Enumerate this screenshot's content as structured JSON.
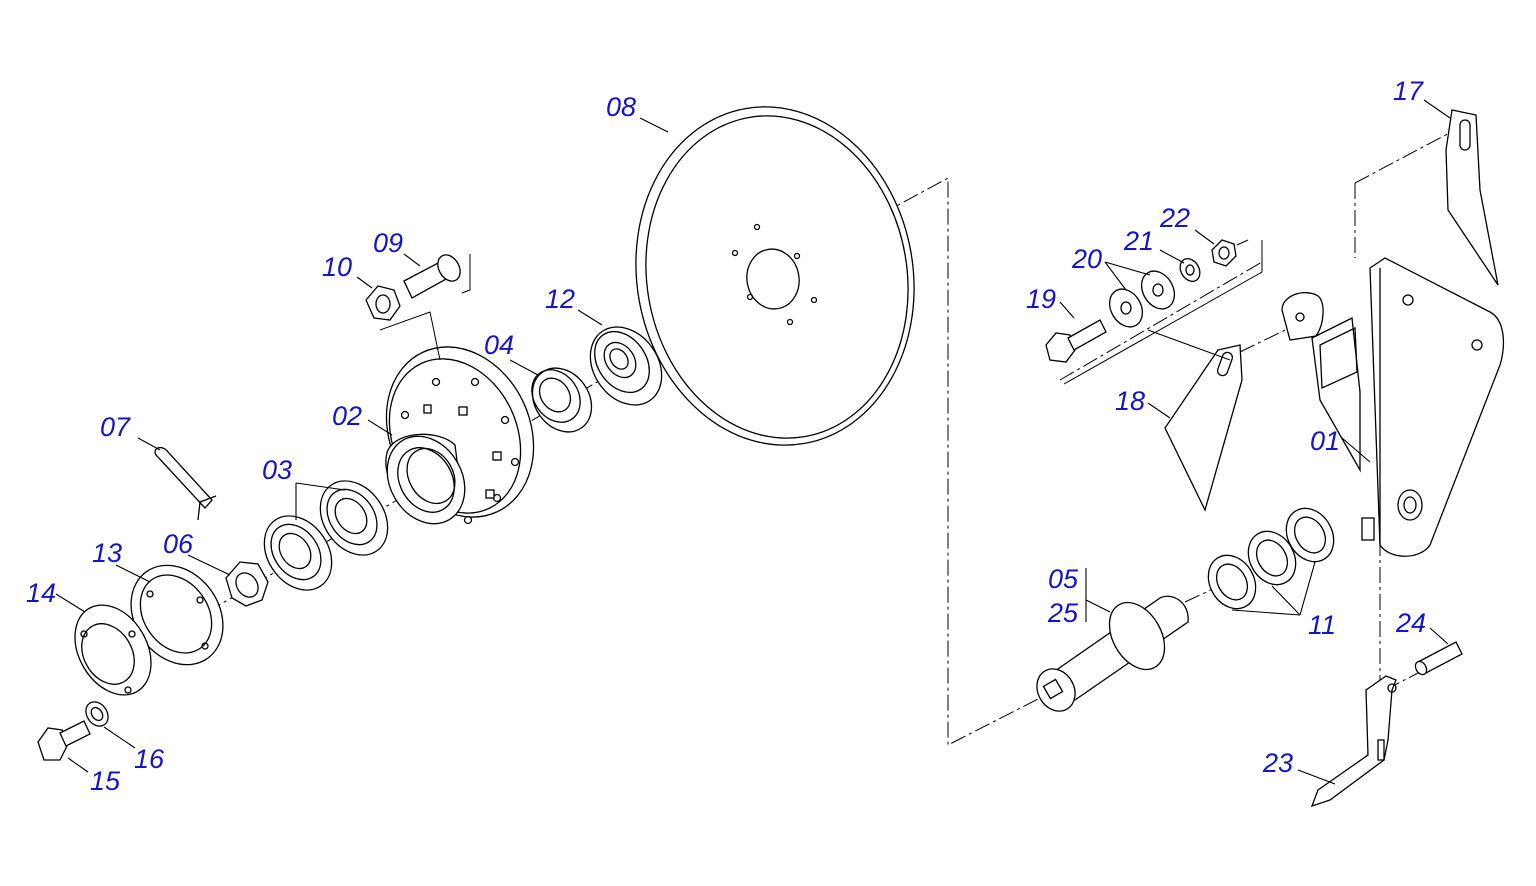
{
  "diagram": {
    "callouts": [
      {
        "id": "01",
        "text": "01"
      },
      {
        "id": "02",
        "text": "02"
      },
      {
        "id": "03",
        "text": "03"
      },
      {
        "id": "04",
        "text": "04"
      },
      {
        "id": "05",
        "text": "05"
      },
      {
        "id": "25",
        "text": "25"
      },
      {
        "id": "06",
        "text": "06"
      },
      {
        "id": "07",
        "text": "07"
      },
      {
        "id": "08",
        "text": "08"
      },
      {
        "id": "09",
        "text": "09"
      },
      {
        "id": "10",
        "text": "10"
      },
      {
        "id": "11",
        "text": "11"
      },
      {
        "id": "12",
        "text": "12"
      },
      {
        "id": "13",
        "text": "13"
      },
      {
        "id": "14",
        "text": "14"
      },
      {
        "id": "15",
        "text": "15"
      },
      {
        "id": "16",
        "text": "16"
      },
      {
        "id": "17",
        "text": "17"
      },
      {
        "id": "18",
        "text": "18"
      },
      {
        "id": "19",
        "text": "19"
      },
      {
        "id": "20",
        "text": "20"
      },
      {
        "id": "21",
        "text": "21"
      },
      {
        "id": "22",
        "text": "22"
      },
      {
        "id": "23",
        "text": "23"
      },
      {
        "id": "24",
        "text": "24"
      }
    ],
    "label_color": "#1414c8",
    "line_color": "#000000"
  }
}
